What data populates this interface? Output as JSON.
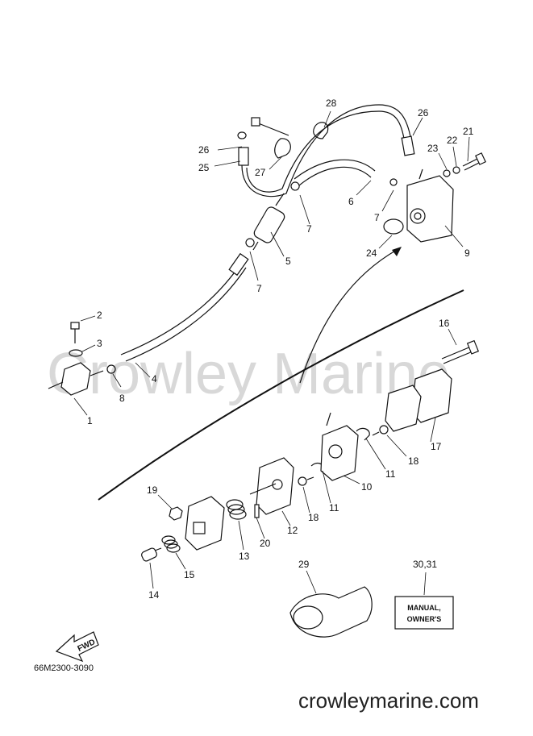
{
  "watermark": "Crowley Marine",
  "diagram_code": "66M2300-3090",
  "site_url": "crowleymarine.com",
  "manual_box": {
    "line1": "MANUAL,",
    "line2": "OWNER'S"
  },
  "fwd_label": "FWD",
  "callouts": {
    "c1": "1",
    "c2": "2",
    "c3": "3",
    "c4": "4",
    "c5": "5",
    "c6": "6",
    "c7a": "7",
    "c7b": "7",
    "c7c": "7",
    "c8": "8",
    "c9": "9",
    "c11a": "11",
    "c11b": "11",
    "c10": "10",
    "c12": "12",
    "c13": "13",
    "c14": "14",
    "c15": "15",
    "c16": "16",
    "c17": "17",
    "c18a": "18",
    "c18b": "18",
    "c19": "19",
    "c20": "20",
    "c21": "21",
    "c22": "22",
    "c23": "23",
    "c24": "24",
    "c25": "25",
    "c26a": "26",
    "c26b": "26",
    "c27": "27",
    "c28": "28",
    "c29": "29",
    "c3031": "30,31"
  }
}
